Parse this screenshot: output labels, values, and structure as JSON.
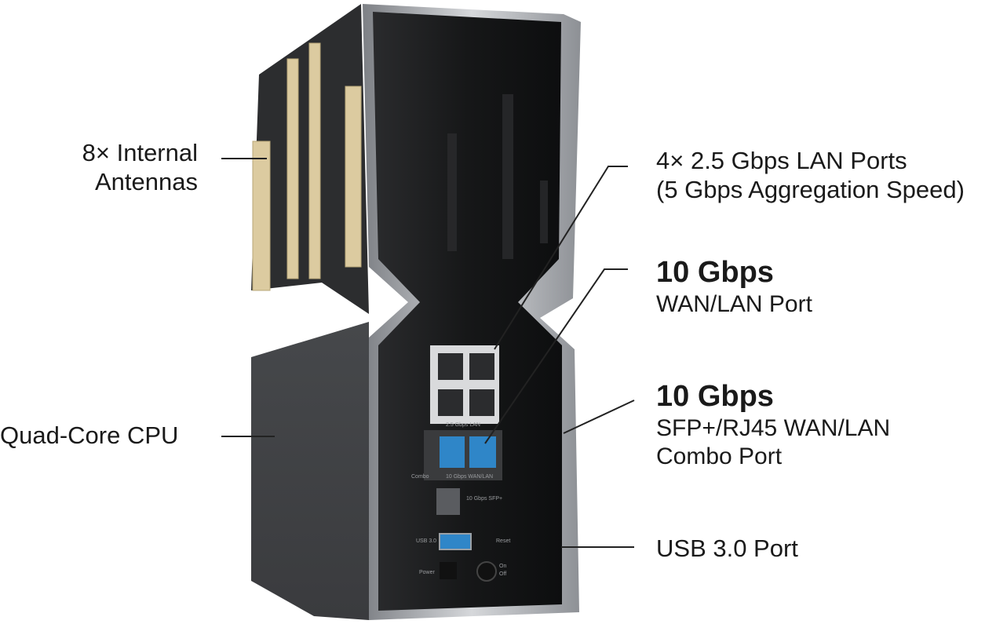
{
  "labels": {
    "antennas": [
      "8× Internal",
      "Antennas"
    ],
    "cpu": "Quad-Core CPU",
    "lan_ports": [
      "4× 2.5 Gbps LAN Ports",
      "(5 Gbps Aggregation Speed)"
    ],
    "wan_port": {
      "title": "10 Gbps",
      "subtitle": "WAN/LAN Port"
    },
    "sfp_port": {
      "title": "10 Gbps",
      "subtitle": [
        "SFP+/RJ45 WAN/LAN",
        "Combo Port"
      ]
    },
    "usb_port": "USB 3.0 Port"
  },
  "device_markings": {
    "lan_label": "2.5 Gbps LAN",
    "wan_label": "10 Gbps WAN/LAN",
    "combo": "Combo",
    "sfp": "10 Gbps SFP+",
    "usb": "USB 3.0",
    "reset": "Reset",
    "power": "Power",
    "on": "On",
    "off": "Off"
  },
  "colors": {
    "body": "#1c1d1f",
    "frame": "#b9bcc0",
    "antenna": "#dccba0",
    "rj45_blue": "#2f86c8",
    "text": "#1a1a1a"
  }
}
